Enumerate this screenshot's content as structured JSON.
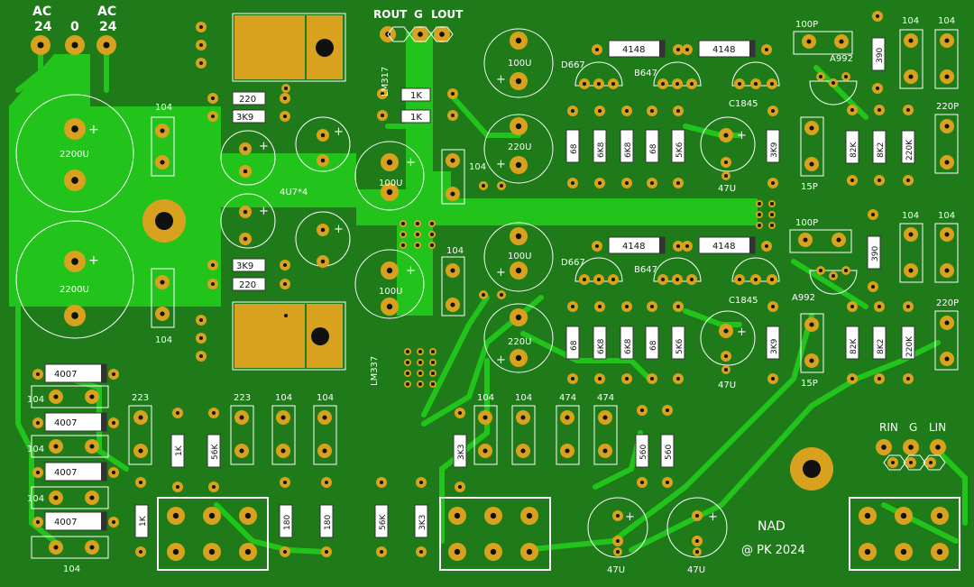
{
  "colors": {
    "board": "#1f7a1a",
    "copper": "#22c41c",
    "pad": "#d8a21e",
    "silk": "#ffffff",
    "hole": "#111111"
  },
  "header": {
    "ac_left": [
      "AC",
      "24"
    ],
    "zero": "0",
    "ac_right": [
      "AC",
      "24"
    ],
    "rout": "ROUT",
    "g": "G",
    "lout": "LOUT"
  },
  "labels": {
    "lm317": "LM317",
    "lm337": "LM337",
    "c2200_top": "2200U",
    "c2200_bottom": "2200U",
    "c104_a": "104",
    "c104_b": "104",
    "c104_c": "104",
    "c104_d": "104",
    "r220_top": "220",
    "r3k9_top": "3K9",
    "r3k9_bot": "3K9",
    "r220_bot": "220",
    "c4u7": "4U7*4",
    "r1k_a": "1K",
    "r1k_b": "1K",
    "c100u_1": "100U",
    "c100u_2": "100U",
    "c100u_3": "100U",
    "c100u_4": "100U",
    "c220u_top": "220U",
    "c220u_bot": "220U",
    "d667_top": "D667",
    "b647_top": "B647",
    "c1845_top": "C1845",
    "d667_bot": "D667",
    "b647_bot": "B647",
    "c1845_bot": "C1845",
    "d4148_1": "4148",
    "d4148_2": "4148",
    "d4148_3": "4148",
    "d4148_4": "4148",
    "r68_1": "68",
    "r6k8_1": "6K8",
    "r6k8_2": "6K8",
    "r68_2": "68",
    "r5k6_1": "5K6",
    "r3k9_amp1": "3K9",
    "r68_3": "68",
    "r6k8_3": "6K8",
    "r6k8_4": "6K8",
    "r68_4": "68",
    "r5k6_2": "5K6",
    "r3k9_amp2": "3K9",
    "c47u_1": "47U",
    "c47u_2": "47U",
    "c47u_3": "47U",
    "c47u_4": "47U",
    "c100p_top": "100P",
    "c100p_bot": "100P",
    "a992_top": "A992",
    "a992_bot": "A992",
    "r390_top": "390",
    "r390_bot": "390",
    "c104_r1": "104",
    "c104_r2": "104",
    "c104_r3": "104",
    "c104_r4": "104",
    "c220p_top": "220P",
    "c220p_bot": "220P",
    "c15p_top": "15P",
    "c15p_bot": "15P",
    "r82k_top": "82K",
    "r8k2_top": "8K2",
    "r220k_top": "220K",
    "r82k_bot": "82K",
    "r8k2_bot": "8K2",
    "r220k_bot": "220K",
    "d4007_1": "4007",
    "d4007_2": "4007",
    "d4007_3": "4007",
    "d4007_4": "4007",
    "c104_l1": "104",
    "c104_l2": "104",
    "c104_l3": "104",
    "c104_l4": "104",
    "c223_1": "223",
    "c223_2": "223",
    "c104_m1": "104",
    "c104_m2": "104",
    "r1k_m": "1K",
    "r56k_m": "56K",
    "r1k_v": "1K",
    "r180_1": "180",
    "r180_2": "180",
    "r56k_b": "56K",
    "r3k3_a": "3K3",
    "r3k3_b": "3K3",
    "c104_m3": "104",
    "c104_m4": "104",
    "c474_1": "474",
    "c474_2": "474",
    "r560_1": "560",
    "r560_2": "560",
    "rin": "RIN",
    "g_in": "G",
    "lin": "LIN",
    "brand": "NAD",
    "credit": "@ PK 2024"
  }
}
